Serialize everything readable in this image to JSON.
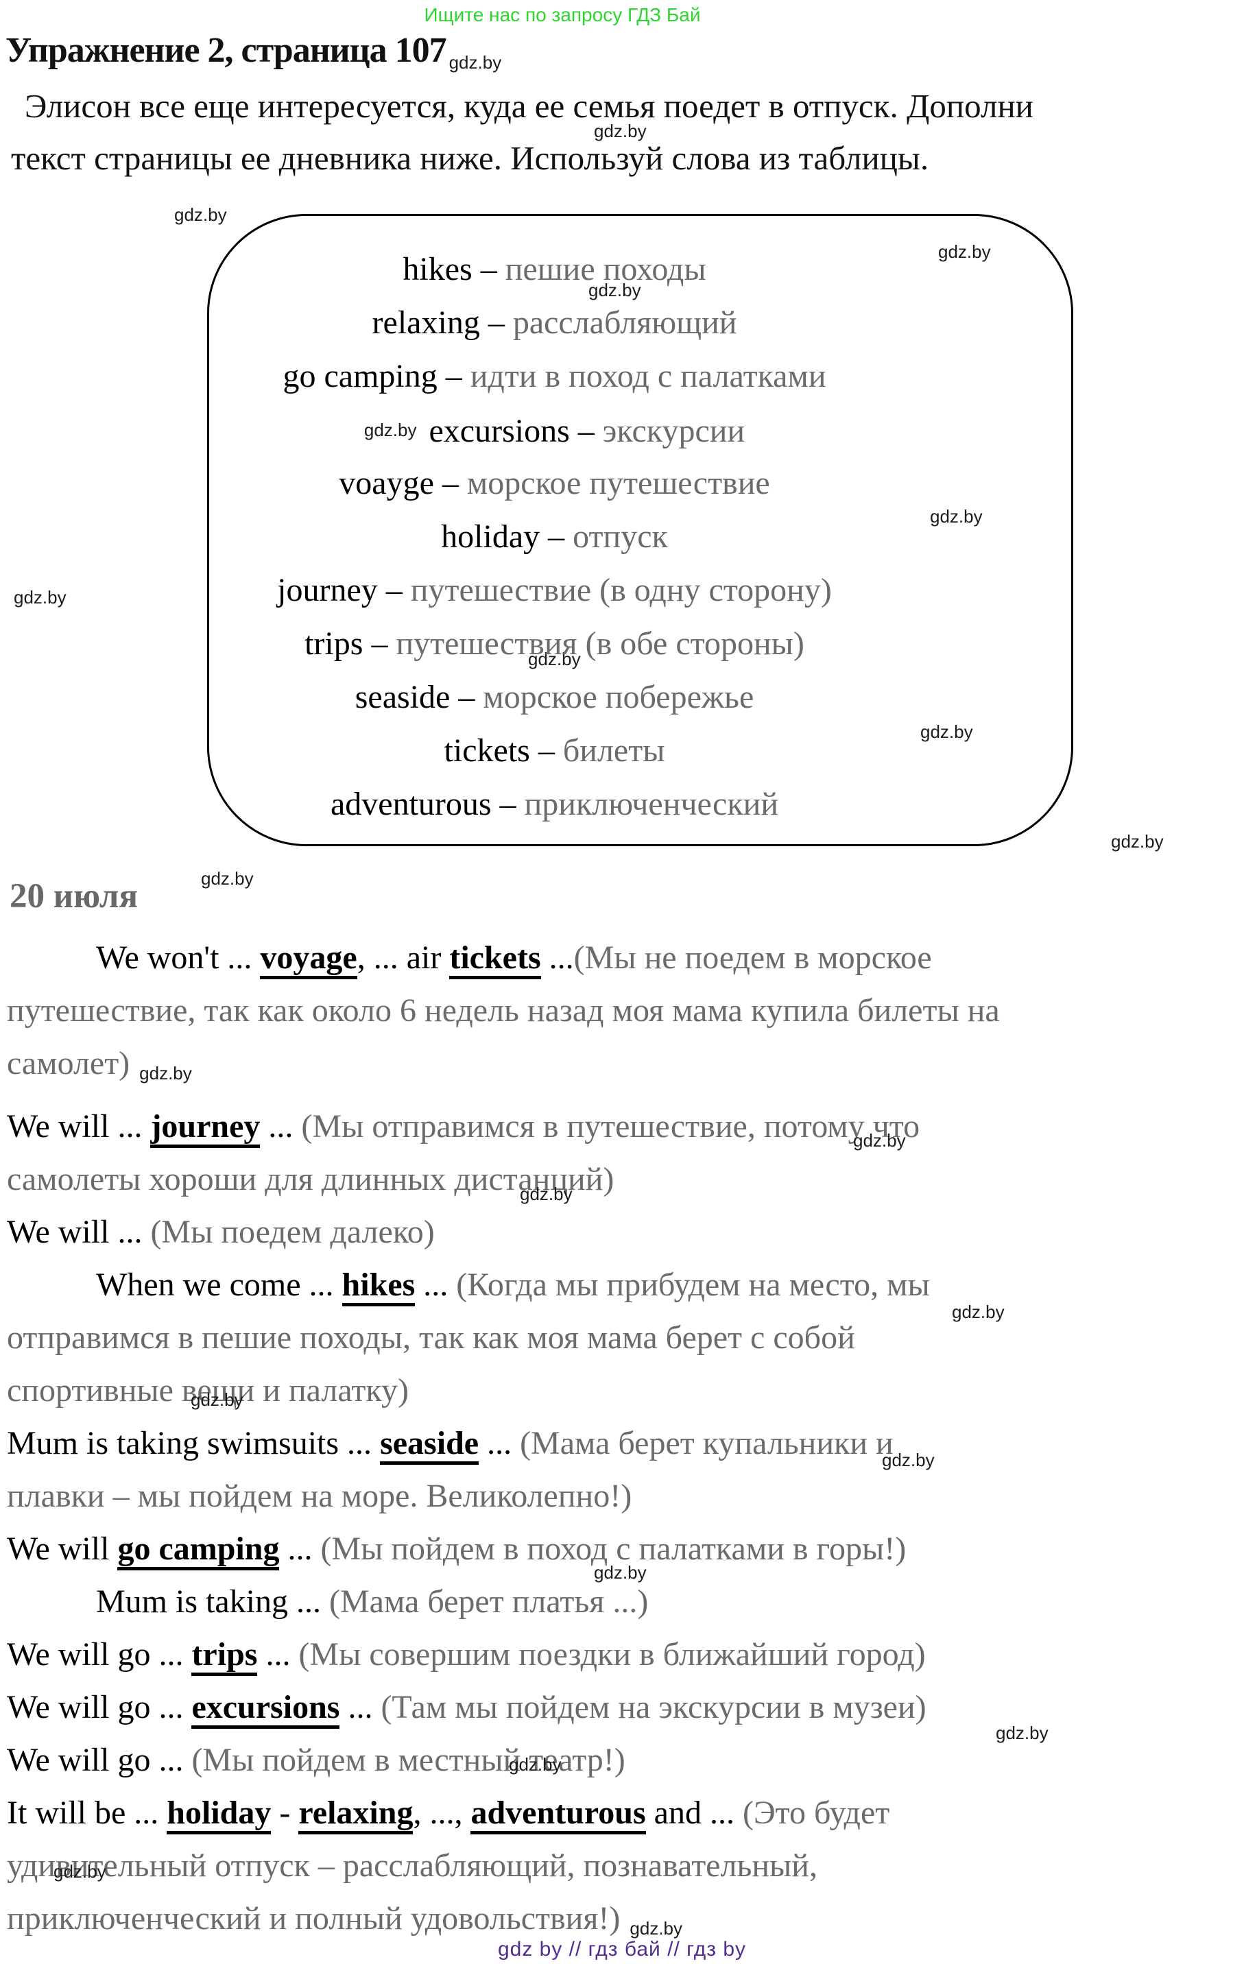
{
  "banner": {
    "text": "Ищите нас по запросу ГДЗ Бай"
  },
  "watermark": "gdz.by",
  "title": "Упражнение 2, страница 107",
  "intro": {
    "line1": "Элисон все еще интересуется, куда ее семья поедет в отпуск. Дополни",
    "line2": "текст страницы ее дневника ниже. Используй слова из таблицы."
  },
  "vocab_box": {
    "separator": "–",
    "items": [
      {
        "en": "hikes",
        "ru": "пешие походы"
      },
      {
        "en": "relaxing",
        "ru": "расслабляющий"
      },
      {
        "en": "go camping",
        "ru": "идти в поход с палатками"
      },
      {
        "en": "excursions",
        "ru": "экскурсии",
        "wm_before": true
      },
      {
        "en": "voayge",
        "ru": "морское путешествие"
      },
      {
        "en": "holiday",
        "ru": "отпуск"
      },
      {
        "en": "journey",
        "ru": "путешествие (в одну сторону)"
      },
      {
        "en": "trips",
        "ru": "путешествия (в обе стороны)"
      },
      {
        "en": "seaside",
        "ru": "морское побережье"
      },
      {
        "en": "tickets",
        "ru": "билеты"
      },
      {
        "en": "adventurous",
        "ru": "приключенческий"
      }
    ]
  },
  "date_heading": "20 июля",
  "diary": [
    {
      "indent": true,
      "segments": [
        {
          "style": "en",
          "text": "We won't ... "
        },
        {
          "style": "key",
          "text": "voyage"
        },
        {
          "style": "en",
          "text": ", ... air "
        },
        {
          "style": "key",
          "text": "tickets"
        },
        {
          "style": "en",
          "text": " ..."
        },
        {
          "style": "ru",
          "text": "(Мы не поедем в морское"
        },
        {
          "style": "br"
        },
        {
          "style": "ru",
          "text": "путешествие, так как около 6 недель назад моя мама купила билеты на"
        },
        {
          "style": "br"
        },
        {
          "style": "ru",
          "text": "самолет)"
        },
        {
          "style": "wm",
          "text": "gdz.by"
        }
      ]
    },
    {
      "indent": false,
      "segments": [
        {
          "style": "en",
          "text": "We will ... "
        },
        {
          "style": "key",
          "text": "journey"
        },
        {
          "style": "en",
          "text": " ... "
        },
        {
          "style": "ru",
          "text": "(Мы отправимся в путешествие, потому что"
        },
        {
          "style": "br"
        },
        {
          "style": "ru",
          "text": "самолеты хороши для длинных дистанций)"
        }
      ]
    },
    {
      "indent": false,
      "segments": [
        {
          "style": "en",
          "text": "We will ... "
        },
        {
          "style": "ru",
          "text": "(Мы поедем далеко)"
        }
      ]
    },
    {
      "indent": true,
      "segments": [
        {
          "style": "en",
          "text": "When we come ... "
        },
        {
          "style": "key",
          "text": "hikes"
        },
        {
          "style": "en",
          "text": " ... "
        },
        {
          "style": "ru",
          "text": "(Когда мы прибудем на место, мы"
        },
        {
          "style": "br"
        },
        {
          "style": "ru",
          "text": "отправимся в пешие походы, так как моя мама берет с собой"
        },
        {
          "style": "br"
        },
        {
          "style": "ru",
          "text": "спортивные вещи и палатку)"
        }
      ]
    },
    {
      "indent": false,
      "segments": [
        {
          "style": "en",
          "text": "Mum is taking swimsuits ... "
        },
        {
          "style": "key",
          "text": "seaside"
        },
        {
          "style": "en",
          "text": " ... "
        },
        {
          "style": "ru",
          "text": "(Мама берет купальники и"
        },
        {
          "style": "br"
        },
        {
          "style": "ru",
          "text": "плавки – мы пойдем на море. Великолепно!)"
        }
      ]
    },
    {
      "indent": false,
      "segments": [
        {
          "style": "en",
          "text": "We will "
        },
        {
          "style": "key",
          "text": "go camping"
        },
        {
          "style": "en",
          "text": "  ... "
        },
        {
          "style": "ru",
          "text": "(Мы пойдем в поход с палатками в горы!)"
        }
      ]
    },
    {
      "indent": true,
      "segments": [
        {
          "style": "en",
          "text": "Mum is taking ... "
        },
        {
          "style": "ru",
          "text": "(Мама берет платья ...)"
        }
      ]
    },
    {
      "indent": false,
      "segments": [
        {
          "style": "en",
          "text": "We will go ... "
        },
        {
          "style": "key",
          "text": "trips"
        },
        {
          "style": "en",
          "text": " ... "
        },
        {
          "style": "ru",
          "text": "(Мы совершим поездки в ближайший город)"
        }
      ]
    },
    {
      "indent": false,
      "segments": [
        {
          "style": "en",
          "text": "We will go ... "
        },
        {
          "style": "key",
          "text": "excursions"
        },
        {
          "style": "en",
          "text": " ... "
        },
        {
          "style": "ru",
          "text": "(Там мы пойдем на экскурсии в музеи)"
        }
      ]
    },
    {
      "indent": false,
      "segments": [
        {
          "style": "en",
          "text": "We will go ... "
        },
        {
          "style": "ru",
          "text": "(Мы пойдем в местный театр!)"
        }
      ]
    },
    {
      "indent": false,
      "segments": [
        {
          "style": "en",
          "text": "It will be ... "
        },
        {
          "style": "key",
          "text": "holiday"
        },
        {
          "style": "en",
          "text": "  - "
        },
        {
          "style": "key",
          "text": "relaxing"
        },
        {
          "style": "en",
          "text": ", ..., "
        },
        {
          "style": "key",
          "text": "adventurous"
        },
        {
          "style": "en",
          "text": " and ... "
        },
        {
          "style": "ru",
          "text": "(Это будет"
        },
        {
          "style": "br"
        },
        {
          "style": "ru",
          "text": "удивительный отпуск – расслабляющий, познавательный,"
        },
        {
          "style": "br"
        },
        {
          "style": "ru",
          "text": "приключенческий и полный удовольствия!)"
        },
        {
          "style": "wm",
          "text": "gdz.by"
        }
      ]
    }
  ],
  "footer": {
    "text": "gdz by  //  гдз бай  //  гдз by"
  },
  "colors": {
    "promo_green": "#2ed52e",
    "footer_purple": "#522d91",
    "translation_gray": "#6b6b6b",
    "ink": "#121212"
  }
}
